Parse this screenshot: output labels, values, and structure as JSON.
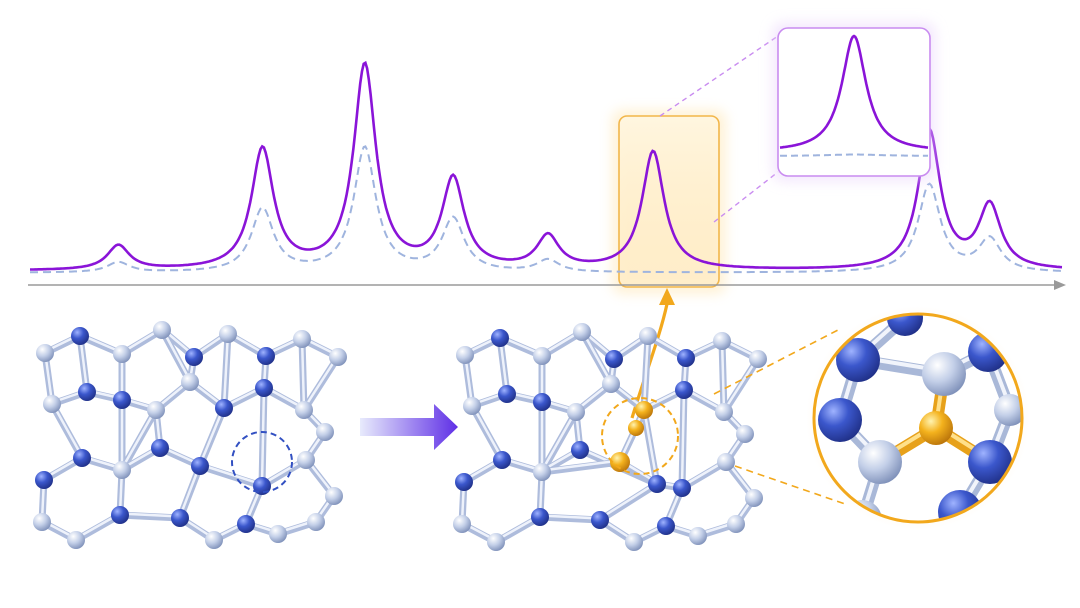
{
  "spectrum": {
    "series": [
      {
        "style": "solid",
        "color": "#8a14d8"
      },
      {
        "style": "dashed",
        "color": "#9fb4de"
      }
    ],
    "peaks": [
      {
        "center": 0.095,
        "solid": 0.12,
        "dashed": 0.05
      },
      {
        "center": 0.25,
        "solid": 0.59,
        "dashed": 0.31
      },
      {
        "center": 0.36,
        "solid": 1.0,
        "dashed": 0.61
      },
      {
        "center": 0.455,
        "solid": 0.44,
        "dashed": 0.26
      },
      {
        "center": 0.557,
        "solid": 0.16,
        "dashed": 0.06
      },
      {
        "center": 0.67,
        "solid": 0.58,
        "dashed": 0.0,
        "highlighted": true
      },
      {
        "center": 0.967,
        "solid": 0.68,
        "dashed": 0.43
      },
      {
        "center": 1.032,
        "solid": 0.31,
        "dashed": 0.16
      }
    ],
    "axis_color": "#9a9a9a",
    "highlight_color": "#f4b43a",
    "inset_frame_color": "#c98cf0"
  },
  "lattices": {
    "atom_dark": "#3a55c8",
    "atom_light": "#b9c7e6",
    "bond": "#c8d3ea",
    "defect_color": "#3d5bd0",
    "dopant_color": "#f2b01e"
  },
  "transition_arrow": {
    "color_start": "#dfe3fb",
    "color_end": "#6a34e8"
  },
  "icons": [
    "vacancy-defect-circle",
    "dopant-atom",
    "magnify-circle"
  ]
}
